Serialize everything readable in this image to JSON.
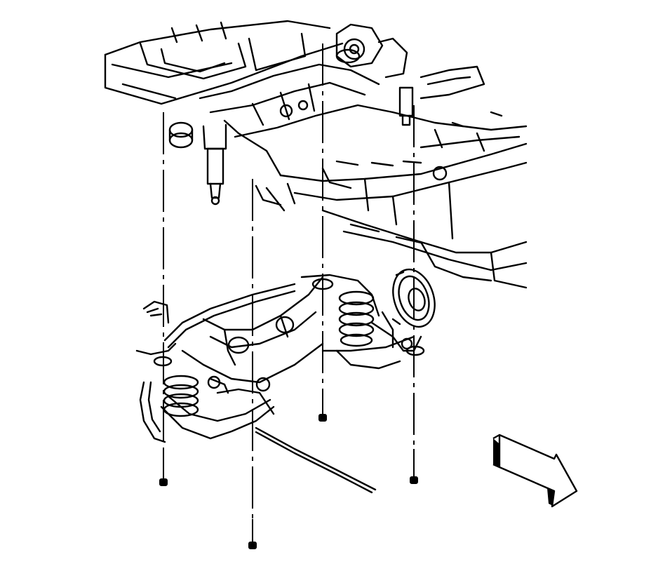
{
  "diagram": {
    "line_color": "#000000",
    "background": "#ffffff",
    "parts": [
      {
        "id": "vehicle-frame",
        "icon": "frame-rails-icon"
      },
      {
        "id": "rear-suspension-assembly",
        "icon": "suspension-cradle-icon"
      },
      {
        "id": "brake-rotor",
        "icon": "rotor-hub-icon"
      },
      {
        "id": "coil-spring-left",
        "icon": "coil-spring-icon"
      },
      {
        "id": "coil-spring-right",
        "icon": "coil-spring-icon"
      },
      {
        "id": "shock-absorbers",
        "icon": "shock-absorber-icon"
      },
      {
        "id": "mounting-bolts",
        "icon": "bolt-icon",
        "count": 4
      },
      {
        "id": "cable",
        "icon": "cable-icon"
      }
    ],
    "direction_arrow": {
      "icon": "forward-arrow-icon",
      "meaning": "vehicle front"
    }
  }
}
